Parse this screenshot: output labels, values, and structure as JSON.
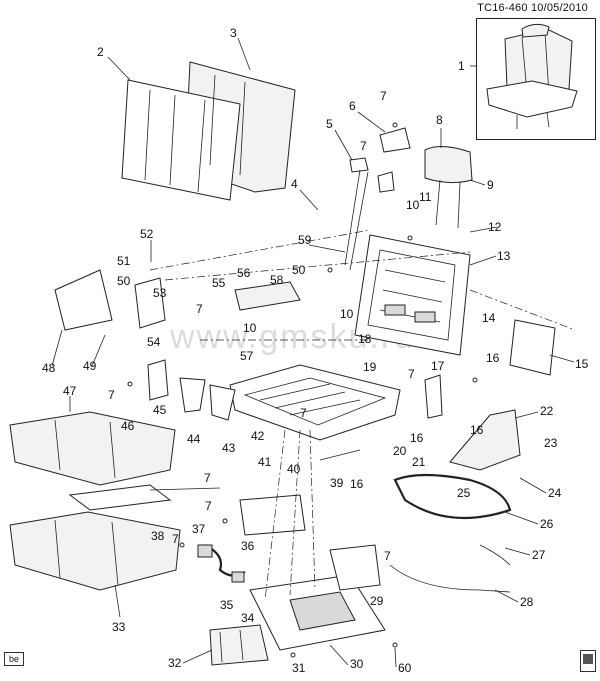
{
  "header": {
    "code": "TC16-460",
    "date": "10/05/2010"
  },
  "footer": {
    "tag": "be"
  },
  "watermark": "www.gmsku.ru",
  "callouts": [
    "1",
    "2",
    "3",
    "4",
    "5",
    "6",
    "7",
    "7",
    "7",
    "7",
    "7",
    "7",
    "7",
    "7",
    "7",
    "7",
    "8",
    "9",
    "10",
    "10",
    "10",
    "11",
    "12",
    "13",
    "14",
    "15",
    "16",
    "16",
    "16",
    "16",
    "17",
    "18",
    "19",
    "20",
    "21",
    "22",
    "23",
    "24",
    "25",
    "26",
    "27",
    "28",
    "29",
    "30",
    "31",
    "32",
    "33",
    "34",
    "35",
    "36",
    "37",
    "38",
    "39",
    "40",
    "41",
    "42",
    "43",
    "44",
    "45",
    "46",
    "47",
    "48",
    "49",
    "50",
    "50",
    "51",
    "52",
    "53",
    "54",
    "55",
    "56",
    "57",
    "58",
    "59",
    "60"
  ]
}
